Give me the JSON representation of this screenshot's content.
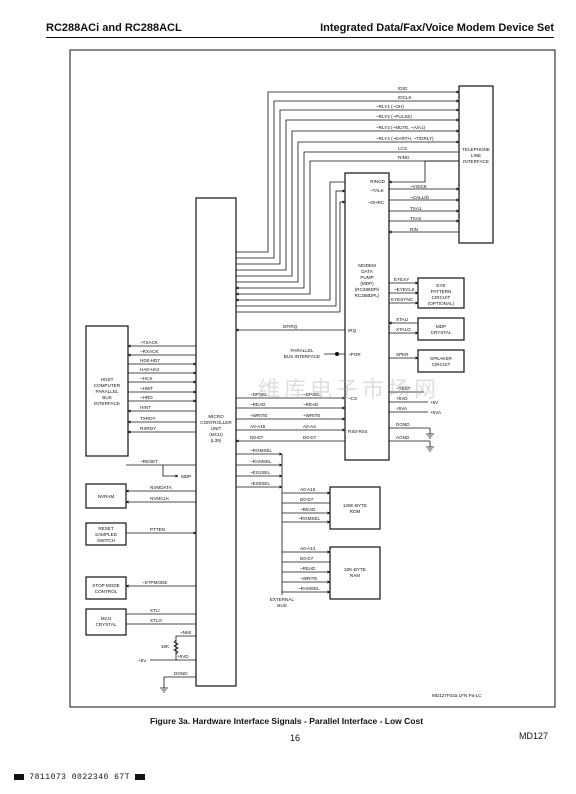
{
  "header": {
    "left": "RC288ACi and RC288ACL",
    "right": "Integrated Data/Fax/Voice Modem Device Set"
  },
  "caption": "Figure 3a.     Hardware Interface Signals - Parallel Interface - Low Cost",
  "page_number": "16",
  "doc_id": "MD127",
  "figure_ref": "MD127F03a  1FN Pa-LC",
  "barcode": "7811073 0022340 67T",
  "watermark": "维库电子市场网",
  "blocks": {
    "telephone": [
      "TELEPHONE",
      "LINE",
      "INTERFACE"
    ],
    "pump": [
      "MODEM",
      "DATA",
      "PUMP",
      "(MDP)",
      "(RC288DPi/",
      "RC288DPL)"
    ],
    "mcu": [
      "MICRO",
      "CONTROLLER",
      "UNIT",
      "(MCU)",
      "(L39)"
    ],
    "host": [
      "HOST",
      "COMPUTER",
      "PARALLEL",
      "BUS",
      "INTERFACE"
    ],
    "nvram": [
      "NVRAM"
    ],
    "reset_switch": [
      "RESET",
      "SAMPLED",
      "SWITCH"
    ],
    "stop_mode": [
      "STOP MODE",
      "CONTROL"
    ],
    "mcu_crystal": [
      "MCU",
      "CRYSTAL"
    ],
    "eye": [
      "EYE",
      "PATTERN",
      "CIRCUIT",
      "(OPTIONAL)"
    ],
    "mdp_crystal": [
      "MDP",
      "CRYSTAL"
    ],
    "speaker": [
      "SPEAKER",
      "CIRCUIT"
    ],
    "rom": [
      "128K-BYTE",
      "ROM"
    ],
    "ram": [
      "32K-BYTE",
      "RAM"
    ]
  },
  "signals": {
    "tli_in": [
      "IDIG",
      "IDCLK",
      "~RLY1 (~OH)",
      "~RLY2 (~PULSE)",
      "~RLY3 (~MUTE, ~A/A1)",
      "~RLY4 (~EARTH, ~T/DRLY)",
      "LCS",
      "RING"
    ],
    "tli_mdp": [
      "~VOICE",
      "~CALL/D",
      "TXA1",
      "TXA2",
      "RIN"
    ],
    "mdp_left": [
      "RINGD",
      "~TALK",
      "~OHRC"
    ],
    "host": [
      "~TXACK",
      "~RXACK",
      "HD0-HD7",
      "HA0-HA2",
      "~HCS",
      "~HWT",
      "~HRD",
      "HINT",
      "TXRDY",
      "RXRDY"
    ],
    "dfirq": "DFIRQ",
    "irq": "IRQ",
    "parallel_bus": [
      "PARALLEL",
      "BUS INTERFACE"
    ],
    "por": "~POR",
    "mcu_mdp_mcu": [
      "~DPSEL",
      "~READ",
      "~WRITE",
      "A0-A15",
      "D0-D7"
    ],
    "mcu_mdp_mdp": [
      "~DPSEL",
      "~READ",
      "~WRITE",
      "A0-A4",
      "D0-D7"
    ],
    "mdp_pins": [
      "~CS",
      "RS0-RS4"
    ],
    "mcu_mem": [
      "~ROMSEL",
      "~RAMSEL",
      "~ES1SEL",
      "~ES0SEL"
    ],
    "eye_sig": [
      "EYEXY",
      "~EYECLK",
      "EYESYNC"
    ],
    "mdp_xtal": [
      "XTALI",
      "XTALO"
    ],
    "spkr": "SPKR",
    "power": [
      "~TEST",
      "+5VD",
      "+5VA",
      "+5V",
      "+5VA",
      "DGND",
      "AGND"
    ],
    "reset": [
      "~RESET",
      "MDP"
    ],
    "nvram_sig": [
      "NVMDATA",
      "NVMCLK"
    ],
    "ptten": "PTTEN",
    "stpmode": "~STPMODE",
    "xtal": [
      "XTLI",
      "XTLO"
    ],
    "nmi": [
      "~NMI",
      "10K",
      "+5VD",
      "+5V"
    ],
    "dgnd": "DGND",
    "rom_sig": [
      "A0-A16",
      "D0-D7",
      "~READ",
      "~ROMSEL"
    ],
    "ram_sig": [
      "A0-A14",
      "D0-D7",
      "~READ",
      "~WRITE",
      "~RAMSEL"
    ],
    "external_bus": [
      "EXTERNAL",
      "BUS"
    ]
  }
}
